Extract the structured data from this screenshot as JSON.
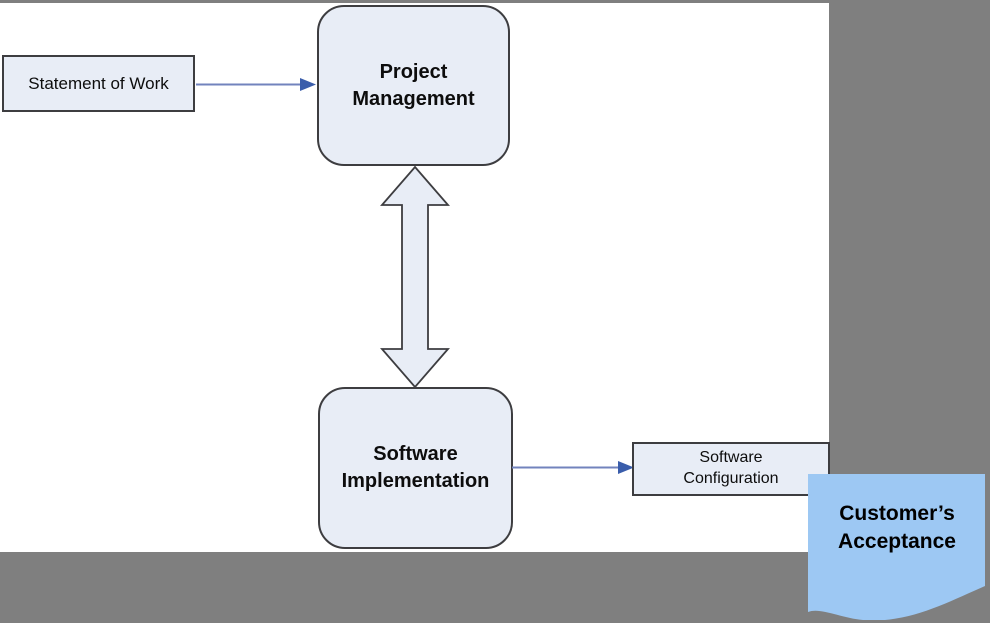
{
  "diagram": {
    "kind": "flowchart",
    "nodes": {
      "statement_of_work": {
        "label": "Statement of Work",
        "shape": "rectangle"
      },
      "project_management": {
        "label": "Project\nManagement",
        "shape": "rounded-rectangle"
      },
      "software_implementation": {
        "label": "Software\nImplementation",
        "shape": "rounded-rectangle"
      },
      "software_configuration": {
        "label": "Software\nConfiguration",
        "shape": "rectangle"
      },
      "customers_acceptance": {
        "label": "Customer’s\nAcceptance",
        "shape": "document"
      }
    },
    "connectors": [
      {
        "name": "statement-of-work-to-project-management",
        "type": "single-arrow",
        "direction": "right"
      },
      {
        "name": "project-management-software-implementation",
        "type": "double-arrow",
        "direction": "vertical"
      },
      {
        "name": "software-implementation-to-software-configuration",
        "type": "single-arrow",
        "direction": "right"
      }
    ]
  },
  "colors": {
    "bg": "#7f7f7f",
    "canvas": "#ffffff",
    "node_fill": "#e8edf6",
    "node_border": "#3d3d40",
    "line": "#7283bd",
    "head": "#3a5dab",
    "doc_fill": "#9dc8f3",
    "text": "#0d0d0d"
  }
}
